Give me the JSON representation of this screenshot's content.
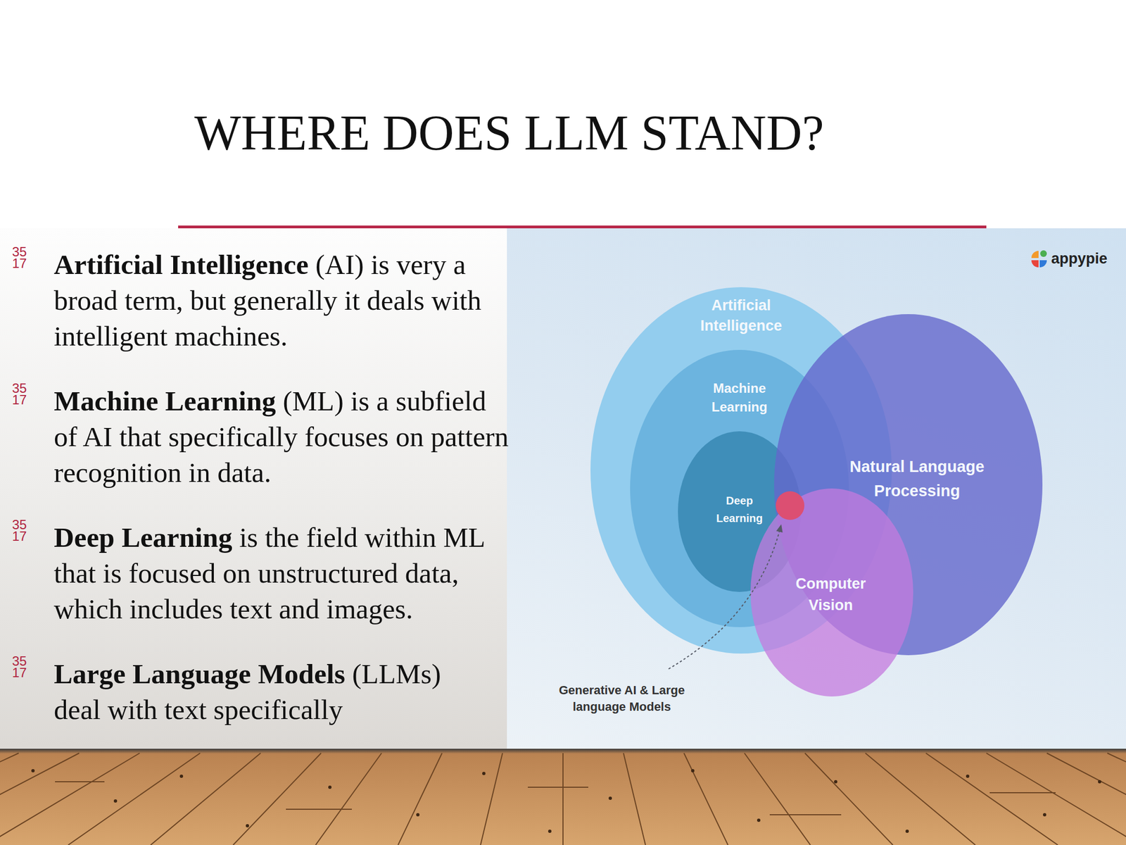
{
  "diagram": {
    "title": "WHERE DOES LLM STAND?",
    "nodes": [
      {
        "text": [
          "Artificial Intelligence"
        ]
      },
      {
        "text": [
          "Machine Learning"
        ],
        "in": 0
      },
      {
        "text": [
          "Deep Learning"
        ],
        "in": 1
      },
      {
        "text": [
          "Natural Language Processing"
        ]
      },
      {
        "text": [
          "Computer Vision"
        ]
      }
    ],
    "labels": [
      "35",
      "17",
      "Artificial Intelligence",
      "(AI) is very a broad term, but generally it deals with intelligent machines.",
      "35",
      "17",
      "Machine Learning",
      "(ML) is a subfield of AI that specifically focuses on pattern recognition in data.",
      "35",
      "17",
      "Deep Learning",
      "is the field within ML that is focused on unstructured data, which includes text and images.",
      "35",
      "17",
      "Large Language Models",
      "(LLMs) deal with text specifically",
      "Generative AI & Large language Models",
      "appypie"
    ]
  }
}
